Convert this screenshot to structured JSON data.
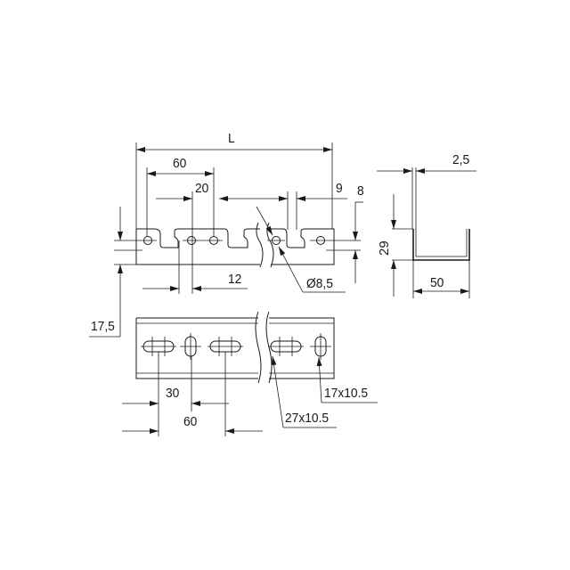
{
  "drawing": {
    "title": "C-profile mounting rail technical drawing",
    "colors": {
      "line": "#1a1a1a",
      "background": "#ffffff"
    }
  },
  "top_view": {
    "dim_length": "L",
    "dim_pitch": "60",
    "dim_slot_width": "20",
    "dim_end_offset": "9",
    "dim_slot_depth": "8",
    "dim_hole_spacing": "12",
    "dim_hole_diameter": "Ø8,5"
  },
  "front_view": {
    "dim_edge_offset": "17,5",
    "dim_half_pitch": "30",
    "dim_pitch": "60",
    "slot_long_label": "27x10.5",
    "slot_short_label": "17x10.5"
  },
  "profile_view": {
    "dim_thickness": "2,5",
    "dim_height": "29",
    "dim_width": "50"
  }
}
